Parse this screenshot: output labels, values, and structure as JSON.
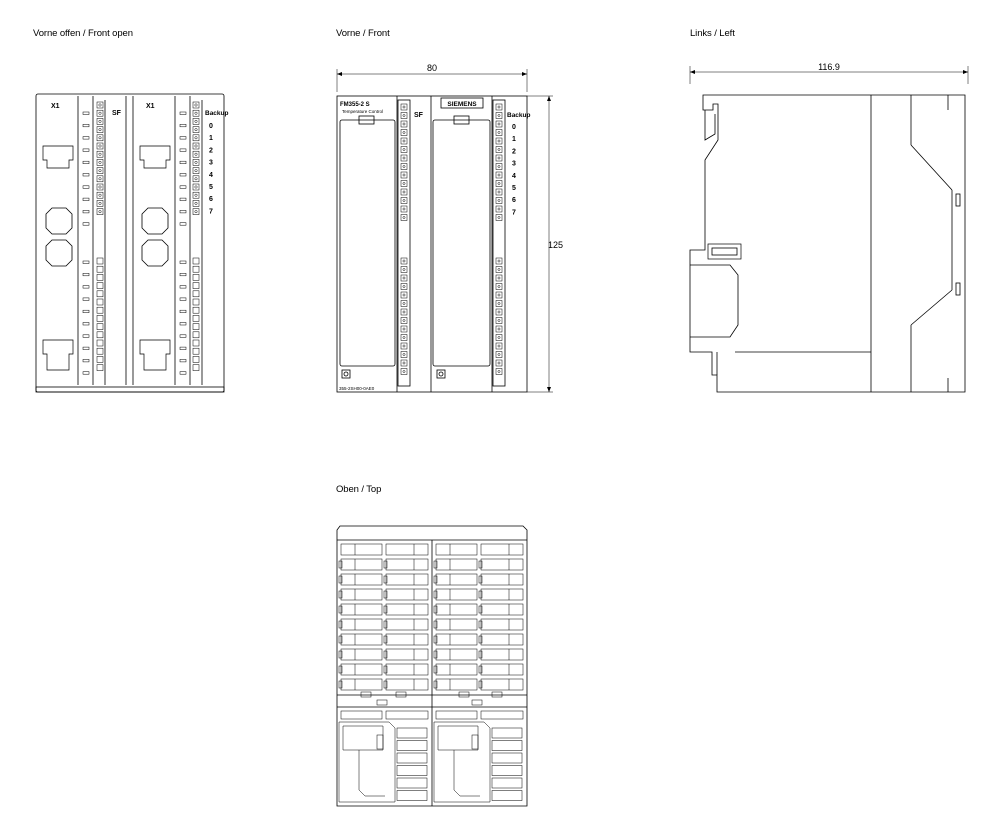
{
  "views": {
    "front_open": {
      "title": "Vorne offen / Front open",
      "module1": {
        "connector": "X1",
        "indicator": "SF"
      },
      "module2": {
        "connector": "X1",
        "indicator": "Backup",
        "channels": [
          "0",
          "1",
          "2",
          "3",
          "4",
          "5",
          "6",
          "7"
        ]
      }
    },
    "front": {
      "title": "Vorne / Front",
      "width_dim": "80",
      "height_dim": "125",
      "module1": {
        "product_name": "FM355-2 S",
        "product_desc": "Temperature Control",
        "indicator": "SF",
        "order_number": "355-2SH00-0AE0"
      },
      "module2": {
        "brand": "SIEMENS",
        "indicator": "Backup",
        "channels": [
          "0",
          "1",
          "2",
          "3",
          "4",
          "5",
          "6",
          "7"
        ]
      }
    },
    "left": {
      "title": "Links / Left",
      "depth_dim": "116.9"
    },
    "top": {
      "title": "Oben / Top"
    }
  },
  "colors": {
    "line": "#000000",
    "background": "#ffffff"
  }
}
